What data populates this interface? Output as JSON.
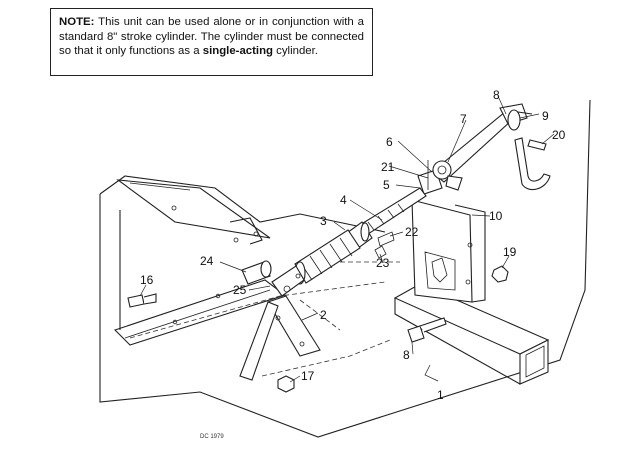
{
  "note": {
    "label": "NOTE:",
    "text_1": " This unit can be used alone or in conjunction with a standard 8\" stroke cylinder. The cylinder must be connected so that it only functions as a ",
    "emphasis": "single-acting",
    "text_2": " cylinder."
  },
  "callouts": {
    "c1": "1",
    "c2": "2",
    "c3": "3",
    "c4": "4",
    "c5": "5",
    "c6": "6",
    "c7": "7",
    "c8a": "8",
    "c8b": "8",
    "c9": "9",
    "c10": "10",
    "c16": "16",
    "c17": "17",
    "c19": "19",
    "c20": "20",
    "c21": "21",
    "c22": "22",
    "c23": "23",
    "c24": "24",
    "c25": "25"
  },
  "figure_code": "DC 1979"
}
